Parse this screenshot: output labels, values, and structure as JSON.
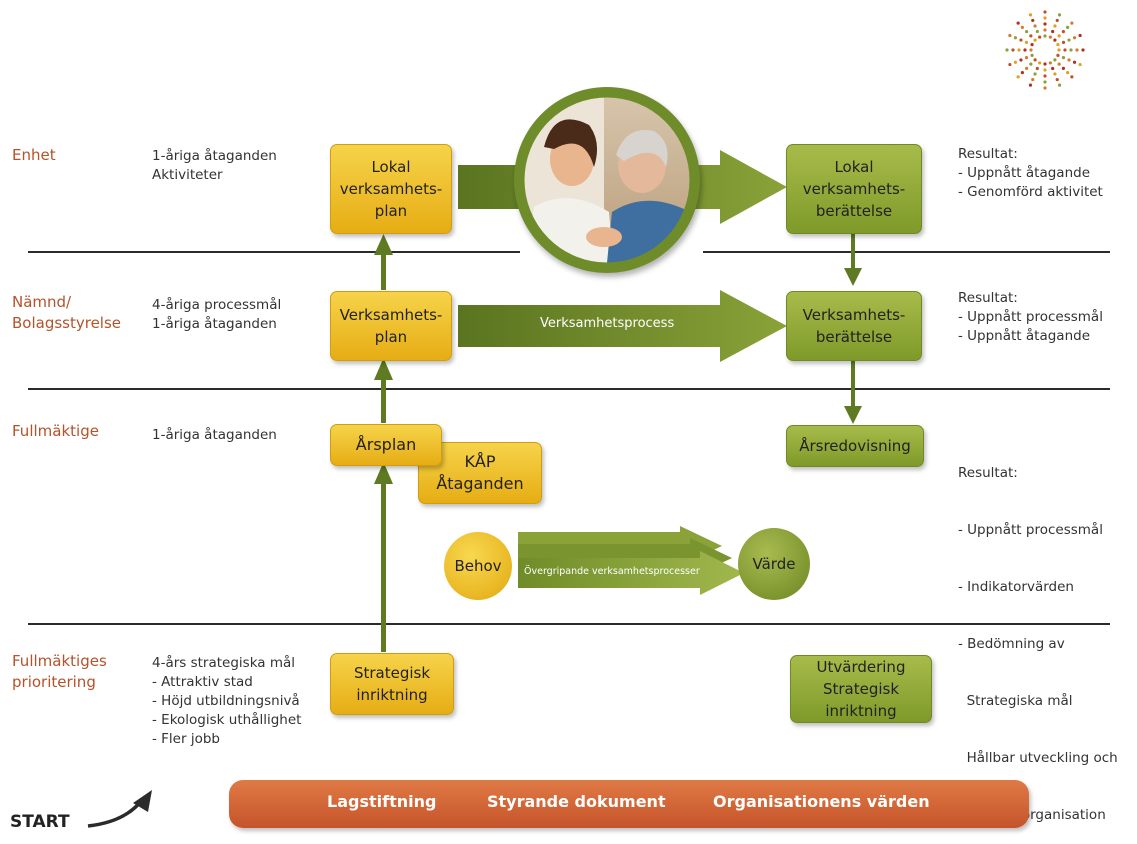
{
  "rows": {
    "enhet": "Enhet",
    "namnd_1": "Nämnd/",
    "namnd_2": "Bolagsstyrelse",
    "fullmaktige": "Fullmäktige",
    "prio_1": "Fullmäktiges",
    "prio_2": "prioritering"
  },
  "descriptions": {
    "enhet": [
      "1-åriga åtaganden",
      "Aktiviteter"
    ],
    "namnd": [
      "4-åriga processmål",
      "1-åriga åtaganden"
    ],
    "fullmaktige": [
      "1-åriga åtaganden"
    ],
    "prio": [
      "4-års strategiska mål",
      "- Attraktiv stad",
      "- Höjd utbildningsnivå",
      "- Ekologisk uthållighet",
      "- Fler jobb"
    ]
  },
  "boxes": {
    "lokal_plan": [
      "Lokal",
      "verksamhets-",
      "plan"
    ],
    "verksamhetsplan": [
      "Verksamhets-",
      "plan"
    ],
    "arsplan": "Årsplan",
    "kap": [
      "KÅP",
      "Åtaganden"
    ],
    "strategisk": [
      "Strategisk",
      "inriktning"
    ],
    "lokal_berattelse": [
      "Lokal",
      "verksamhets-",
      "berättelse"
    ],
    "verksamhetsberattelse": [
      "Verksamhets-",
      "berättelse"
    ],
    "arsredovisning": "Årsredovisning",
    "utvardering": [
      "Utvärdering",
      "Strategisk",
      "inriktning"
    ]
  },
  "arrows": {
    "verksamhetsprocess": "Verksamhetsprocess",
    "overgripande": "Övergripande verksamhetsprocesser"
  },
  "circles": {
    "behov": "Behov",
    "varde": "Värde"
  },
  "results": {
    "enhet": [
      "Resultat:",
      "- Uppnått åtagande",
      "- Genomförd aktivitet"
    ],
    "namnd": [
      "Resultat:",
      "- Uppnått processmål",
      "- Uppnått åtagande"
    ],
    "fullmaktige": [
      "Resultat:",
      "- Uppnått processmål",
      "- Indikatorvärden",
      "- Bedömning av",
      "  Strategiska mål",
      "  Hållbar utveckling och",
      "  Effektiv organisation"
    ]
  },
  "bottom_bar": [
    "Lagstiftning",
    "Styrande dokument",
    "Organisationens värden"
  ],
  "start_label": "START",
  "colors": {
    "row_label": "#b5522a",
    "yellow_box": "#f0c22c",
    "green_box": "#8fa838",
    "bar": "#d2633a",
    "arrow_green": "#6c8a26"
  }
}
